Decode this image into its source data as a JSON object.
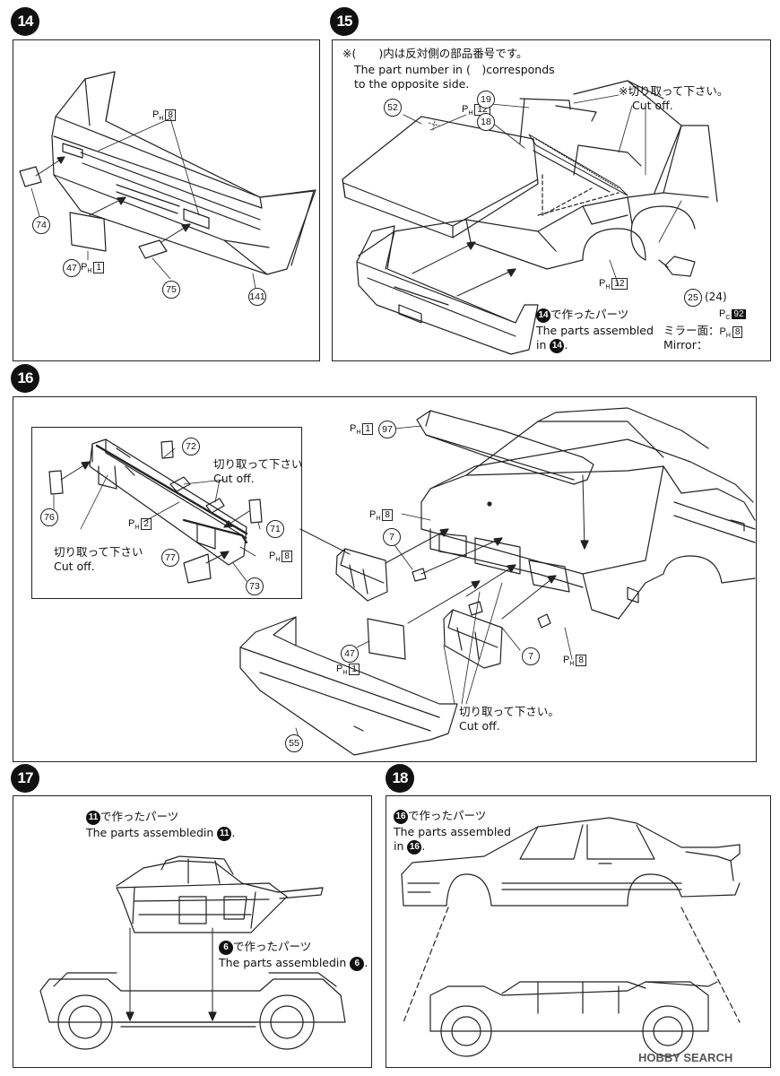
{
  "steps": [
    {
      "number": "14"
    },
    {
      "number": "15"
    },
    {
      "number": "16"
    },
    {
      "number": "17"
    },
    {
      "number": "18"
    }
  ],
  "step14": {
    "codes": [
      {
        "prefix": "P",
        "sub": "H",
        "box": "8"
      },
      {
        "prefix": "P",
        "sub": "H",
        "box": "1"
      }
    ],
    "parts": [
      "74",
      "47",
      "75",
      "141"
    ]
  },
  "step15": {
    "note_jp": "※(　　)内は反対側の部品番号です。",
    "note_en_1": "The part number in (　)corresponds",
    "note_en_2": "to the opposite side.",
    "cut_jp": "※切り取って下さい。",
    "cut_en": "Cut off.",
    "codes": [
      {
        "prefix": "P",
        "sub": "H",
        "box": "12"
      },
      {
        "prefix": "P",
        "sub": "H",
        "box": "12"
      },
      {
        "prefix": "P",
        "sub": "C",
        "box": "92"
      }
    ],
    "parts": [
      "52",
      "19",
      "18",
      "25",
      "(24)"
    ],
    "assembled_ref": "14",
    "assembled_jp": "で作ったパーツ",
    "assembled_en_1": "The parts assembled",
    "assembled_en_2": "in",
    "assembled_en_3": ".",
    "mirror_jp": "ミラー面：",
    "mirror_en": "Mirror：",
    "mirror_code": {
      "prefix": "P",
      "sub": "H",
      "box": "8"
    }
  },
  "step16": {
    "cut_jp_1": "切り取って下さい",
    "cut_en_1": "Cut off.",
    "cut_jp_2": "切り取って下さい",
    "cut_en_2": "Cut off.",
    "cut_jp_3": "切り取って下さい。",
    "cut_en_3": "Cut off.",
    "codes": [
      {
        "prefix": "P",
        "sub": "H",
        "box": "2"
      },
      {
        "prefix": "P",
        "sub": "H",
        "box": "8"
      },
      {
        "prefix": "P",
        "sub": "H",
        "box": "1"
      },
      {
        "prefix": "P",
        "sub": "H",
        "box": "8"
      },
      {
        "prefix": "P",
        "sub": "H",
        "box": "1"
      },
      {
        "prefix": "P",
        "sub": "H",
        "box": "8"
      }
    ],
    "parts": [
      "72",
      "76",
      "71",
      "77",
      "73",
      "97",
      "7",
      "7",
      "47",
      "55"
    ]
  },
  "step17": {
    "ref1": "11",
    "ref1_jp": "で作ったパーツ",
    "ref1_en": "The parts assembledin",
    "ref2": "6",
    "ref2_jp": "で作ったパーツ",
    "ref2_en": "The parts assembledin",
    "period": "."
  },
  "step18": {
    "ref": "16",
    "ref_jp": "で作ったパーツ",
    "ref_en_1": "The parts assembled",
    "ref_en_2": "in",
    "period": "."
  },
  "watermark": "HOBBY SEARCH"
}
